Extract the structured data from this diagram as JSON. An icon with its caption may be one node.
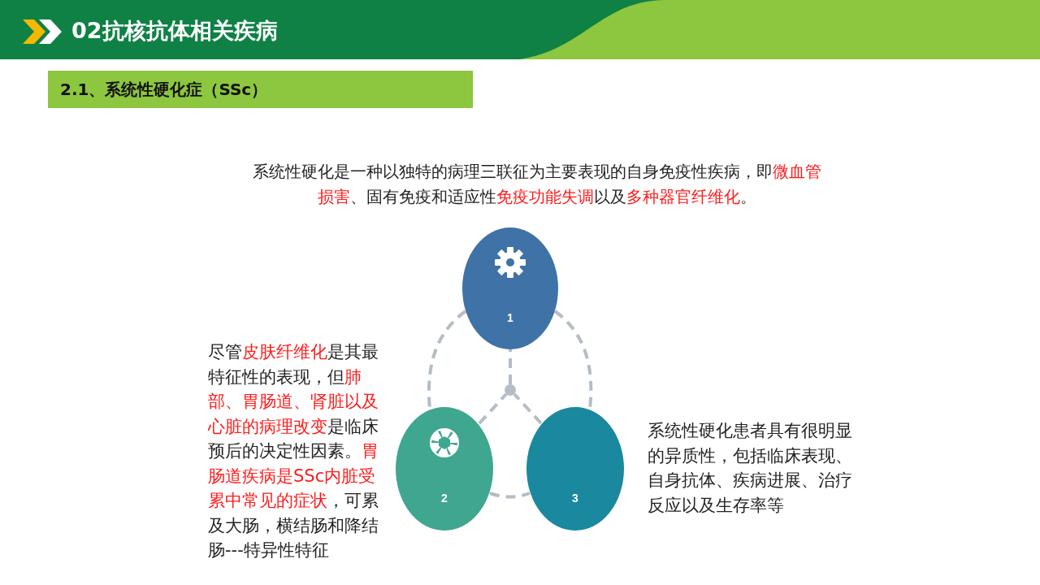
{
  "diagram": {
    "title": "02抗核抗体相关疾病",
    "nodes": [
      {
        "text": [
          "1"
        ]
      },
      {
        "text": [
          "2"
        ]
      },
      {
        "text": [
          "3"
        ]
      },
      {
        "text": [],
        "shape": "circle"
      }
    ],
    "edges": [
      {
        "from": 0,
        "to": 1,
        "arrow": "none",
        "style": "dashed"
      },
      {
        "from": 0,
        "to": 2,
        "arrow": "none",
        "style": "dashed"
      },
      {
        "from": 1,
        "to": 2,
        "arrow": "none",
        "style": "dashed"
      },
      {
        "from": 3,
        "to": 0,
        "arrow": "none",
        "style": "dashed"
      },
      {
        "from": 3,
        "to": 1,
        "arrow": "none",
        "style": "dashed"
      },
      {
        "from": 3,
        "to": 2,
        "arrow": "none",
        "style": "dashed"
      }
    ],
    "labels": [
      "2.1、系统性硬化症（SSc）",
      "系统性硬化是一种以独特的病理三联征为主要表现的自身免疫性疾病，即**微血管损害**、固有免疫和适应性**免疫功能失调**以及**多种器官纤维化**。",
      "尽管**皮肤纤维化**是其最特征性的表现，但**肺部、胃肠道、肾脏以及心脏的病理改变**是临床预后的决定性因素。**胃肠道疾病是SSc内脏受累中常见的症状**，可累及大肠，横结肠和降结肠---特异性特征",
      "系统性硬化患者具有很明显的异质性，包括临床表现、自身抗体、疾病进展、治疗反应以及生存率等"
    ]
  }
}
